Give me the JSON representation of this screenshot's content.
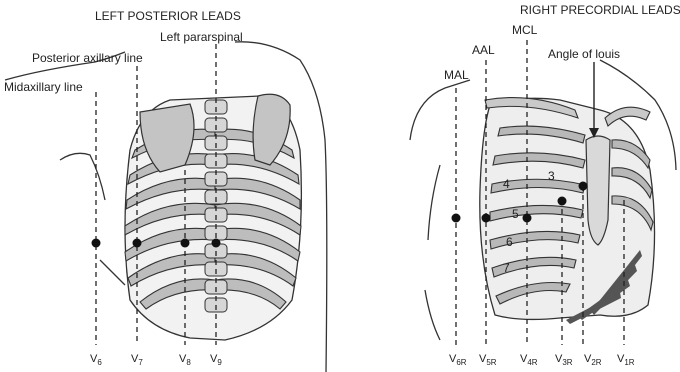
{
  "left_panel": {
    "title": "LEFT POSTERIOR LEADS",
    "lines": [
      {
        "label": "Midaxillary line"
      },
      {
        "label": "Posterior axillary line"
      },
      {
        "label": "Left pararspinal"
      }
    ],
    "leads": [
      {
        "main": "V",
        "sub": "6"
      },
      {
        "main": "V",
        "sub": "7"
      },
      {
        "main": "V",
        "sub": "8"
      },
      {
        "main": "V",
        "sub": "9"
      }
    ]
  },
  "right_panel": {
    "title": "RIGHT PRECORDIAL LEADS",
    "lines": [
      {
        "label": "MAL"
      },
      {
        "label": "AAL"
      },
      {
        "label": "MCL"
      }
    ],
    "annotation": "Angle of louis",
    "rib_numbers": [
      "3",
      "4",
      "5",
      "6",
      "7"
    ],
    "leads": [
      {
        "main": "V",
        "sub": "6R"
      },
      {
        "main": "V",
        "sub": "5R"
      },
      {
        "main": "V",
        "sub": "4R"
      },
      {
        "main": "V",
        "sub": "3R"
      },
      {
        "main": "V",
        "sub": "2R"
      },
      {
        "main": "V",
        "sub": "1R"
      }
    ]
  }
}
